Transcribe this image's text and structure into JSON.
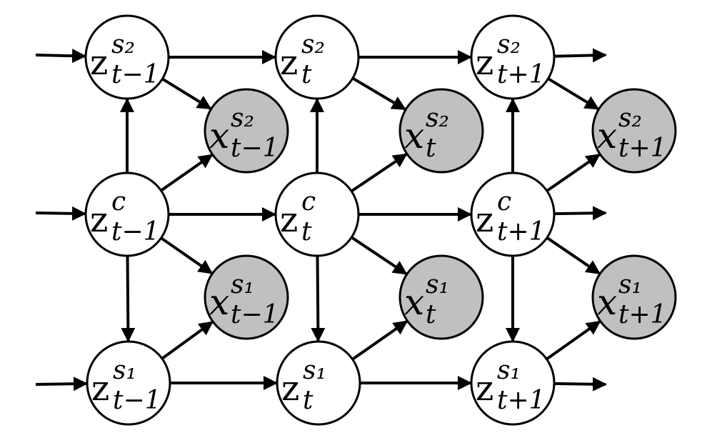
{
  "colors": {
    "latent_fill": "#ffffff",
    "observed_fill": "#c0c0c0",
    "stroke": "#000000"
  },
  "nodes": [
    {
      "id": "z-s2-tm1",
      "kind": "latent",
      "base": "z",
      "sup": "s₂",
      "sub": "t−1"
    },
    {
      "id": "z-s2-t",
      "kind": "latent",
      "base": "z",
      "sup": "s₂",
      "sub": "t"
    },
    {
      "id": "z-s2-tp1",
      "kind": "latent",
      "base": "z",
      "sup": "s₂",
      "sub": "t+1"
    },
    {
      "id": "x-s2-tm1",
      "kind": "observed",
      "base": "x",
      "sup": "s₂",
      "sub": "t−1"
    },
    {
      "id": "x-s2-t",
      "kind": "observed",
      "base": "x",
      "sup": "s₂",
      "sub": "t"
    },
    {
      "id": "x-s2-tp1",
      "kind": "observed",
      "base": "x",
      "sup": "s₂",
      "sub": "t+1"
    },
    {
      "id": "z-c-tm1",
      "kind": "latent",
      "base": "z",
      "sup": "c",
      "sub": "t−1"
    },
    {
      "id": "z-c-t",
      "kind": "latent",
      "base": "z",
      "sup": "c",
      "sub": "t"
    },
    {
      "id": "z-c-tp1",
      "kind": "latent",
      "base": "z",
      "sup": "c",
      "sub": "t+1"
    },
    {
      "id": "x-s1-tm1",
      "kind": "observed",
      "base": "x",
      "sup": "s₁",
      "sub": "t−1"
    },
    {
      "id": "x-s1-t",
      "kind": "observed",
      "base": "x",
      "sup": "s₁",
      "sub": "t"
    },
    {
      "id": "x-s1-tp1",
      "kind": "observed",
      "base": "x",
      "sup": "s₁",
      "sub": "t+1"
    },
    {
      "id": "z-s1-tm1",
      "kind": "latent",
      "base": "z",
      "sup": "s₁",
      "sub": "t−1"
    },
    {
      "id": "z-s1-t",
      "kind": "latent",
      "base": "z",
      "sup": "s₁",
      "sub": "t"
    },
    {
      "id": "z-s1-tp1",
      "kind": "latent",
      "base": "z",
      "sup": "s₁",
      "sub": "t+1"
    }
  ],
  "edges": [
    {
      "from": "left-in-s2",
      "to": "z-s2-tm1"
    },
    {
      "from": "z-s2-tm1",
      "to": "z-s2-t"
    },
    {
      "from": "z-s2-t",
      "to": "z-s2-tp1"
    },
    {
      "from": "z-s2-tp1",
      "to": "right-out-s2"
    },
    {
      "from": "left-in-c",
      "to": "z-c-tm1"
    },
    {
      "from": "z-c-tm1",
      "to": "z-c-t"
    },
    {
      "from": "z-c-t",
      "to": "z-c-tp1"
    },
    {
      "from": "z-c-tp1",
      "to": "right-out-c"
    },
    {
      "from": "left-in-s1",
      "to": "z-s1-tm1"
    },
    {
      "from": "z-s1-tm1",
      "to": "z-s1-t"
    },
    {
      "from": "z-s1-t",
      "to": "z-s1-tp1"
    },
    {
      "from": "z-s1-tp1",
      "to": "right-out-s1"
    },
    {
      "from": "z-c-tm1",
      "to": "z-s2-tm1"
    },
    {
      "from": "z-c-t",
      "to": "z-s2-t"
    },
    {
      "from": "z-c-tp1",
      "to": "z-s2-tp1"
    },
    {
      "from": "z-c-tm1",
      "to": "z-s1-tm1"
    },
    {
      "from": "z-c-t",
      "to": "z-s1-t"
    },
    {
      "from": "z-c-tp1",
      "to": "z-s1-tp1"
    },
    {
      "from": "z-s2-tm1",
      "to": "x-s2-tm1"
    },
    {
      "from": "z-c-tm1",
      "to": "x-s2-tm1"
    },
    {
      "from": "z-s2-t",
      "to": "x-s2-t"
    },
    {
      "from": "z-c-t",
      "to": "x-s2-t"
    },
    {
      "from": "z-s2-tp1",
      "to": "x-s2-tp1"
    },
    {
      "from": "z-c-tp1",
      "to": "x-s2-tp1"
    },
    {
      "from": "z-c-tm1",
      "to": "x-s1-tm1"
    },
    {
      "from": "z-s1-tm1",
      "to": "x-s1-tm1"
    },
    {
      "from": "z-c-t",
      "to": "x-s1-t"
    },
    {
      "from": "z-s1-t",
      "to": "x-s1-t"
    },
    {
      "from": "z-c-tp1",
      "to": "x-s1-tp1"
    },
    {
      "from": "z-s1-tp1",
      "to": "x-s1-tp1"
    }
  ]
}
